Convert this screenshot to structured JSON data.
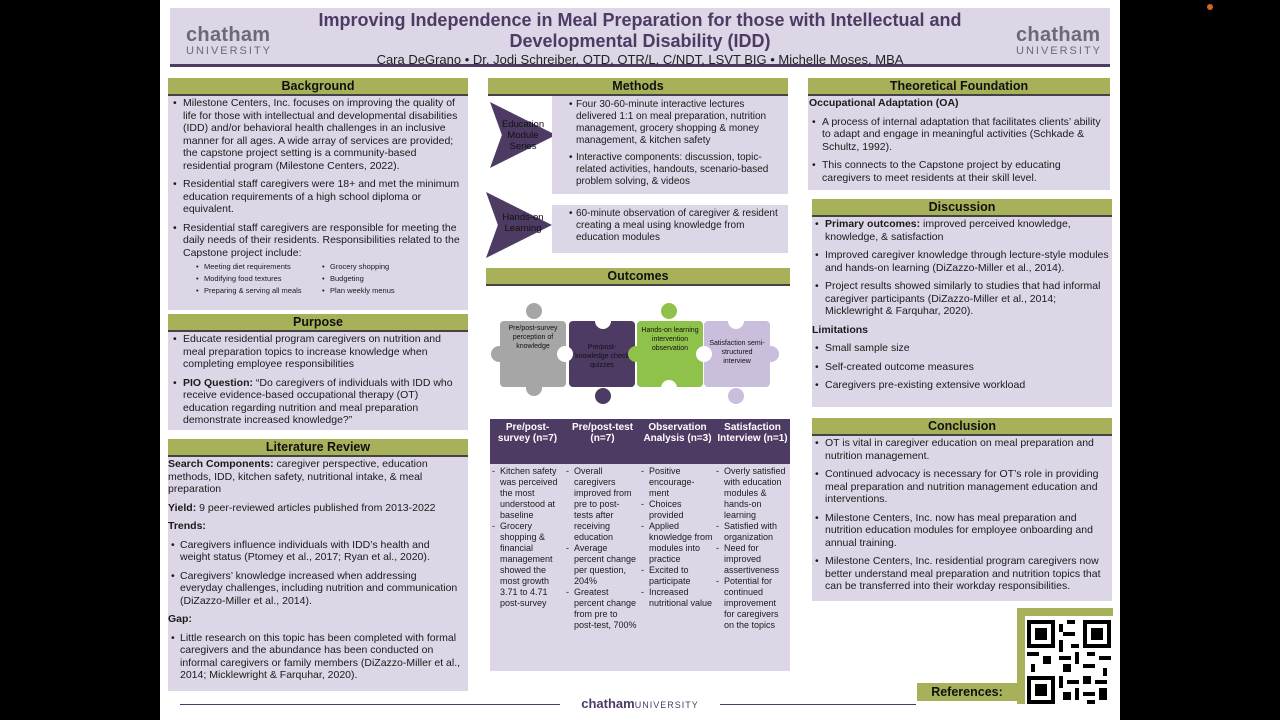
{
  "header": {
    "logo_main": "chatham",
    "logo_sub": "UNIVERSITY",
    "title": "Improving Independence in Meal Preparation for those with Intellectual and Developmental Disability (IDD)",
    "authors": "Cara DeGrano • Dr. Jodi Schreiber, OTD, OTR/L, C/NDT, LSVT BIG • Michelle Moses, MBA"
  },
  "background": {
    "heading": "Background",
    "b1": "Milestone Centers, Inc. focuses on improving the quality of life for those with intellectual and developmental disabilities (IDD) and/or behavioral health challenges in an inclusive manner for all ages. A wide array of services are provided; the capstone project setting is a community-based residential program (Milestone Centers, 2022).",
    "b2": "Residential staff caregivers were 18+ and met the minimum education requirements of a high school diploma or equivalent.",
    "b3": "Residential staff caregivers are responsible for meeting the daily needs of their residents. Responsibilities related to the Capstone project include:",
    "resp_left": [
      "Meeting diet requirements",
      "Modifying food textures",
      "Preparing & serving all meals"
    ],
    "resp_right": [
      "Grocery shopping",
      "Budgeting",
      "Plan weekly menus"
    ]
  },
  "purpose": {
    "heading": "Purpose",
    "b1": "Educate residential program caregivers on nutrition and meal preparation topics to increase knowledge when completing employee responsibilities",
    "pio_label": "PIO Question:",
    "pio_text": " “Do caregivers of individuals with IDD who receive evidence-based occupational therapy (OT) education regarding nutrition and meal preparation demonstrate increased knowledge?”"
  },
  "literature": {
    "heading": "Literature Review",
    "search_label": "Search Components:",
    "search_text": " caregiver perspective, education methods, IDD, kitchen safety, nutritional intake, & meal preparation",
    "yield_label": "Yield:",
    "yield_text": " 9 peer-reviewed articles published from 2013-2022",
    "trends_label": "Trends:",
    "t1": "Caregivers influence individuals with IDD’s health and weight status (Ptomey et al., 2017; Ryan et al., 2020).",
    "t2": "Caregivers’ knowledge increased when addressing everyday challenges, including nutrition and communication (DiZazzo-Miller et al., 2014).",
    "gap_label": "Gap:",
    "g1": "Little research on this topic has been completed with formal caregivers and the abundance has been conducted on informal caregivers or family members (DiZazzo-Miller et al., 2014; Micklewright & Farquhar, 2020)."
  },
  "methods": {
    "heading": "Methods",
    "arrow1": "Education Module Series",
    "arrow2": "Hands-on Learning",
    "m1": "Four 30-60-minute interactive lectures delivered 1:1 on meal preparation, nutrition management, grocery shopping & money management, & kitchen safety",
    "m2": "Interactive components: discussion, topic-related activities, handouts, scenario-based problem solving, & videos",
    "m3": "60-minute observation of caregiver & resident creating a meal using knowledge from education modules"
  },
  "outcomes": {
    "heading": "Outcomes",
    "puzzle": [
      "Pre/post-survey perception of knowledge",
      "Pre/post-knowledge check quizzes",
      "Hands-on learning intervention observation",
      "Satisfaction semi-structured interview"
    ],
    "colors": {
      "gray": "#a6a6a6",
      "plum": "#4d3b63",
      "green": "#8fc24a",
      "lavender": "#c9bfdc"
    },
    "columns": [
      {
        "head": "Pre/post-survey (n=7)",
        "items": [
          "Kitchen safety was perceived the most understood at baseline",
          "Grocery shopping & financial management showed the most growth 3.71 to 4.71 post-survey"
        ]
      },
      {
        "head": "Pre/post-test (n=7)",
        "items": [
          "Overall caregivers improved from pre to post-tests after receiving education",
          "Average percent change per question, 204%",
          "Greatest percent change from pre to post-test, 700%"
        ]
      },
      {
        "head": "Observation Analysis (n=3)",
        "items": [
          "Positive encourage-ment",
          "Choices provided",
          "Applied knowledge from modules into practice",
          "Excited to participate",
          "Increased nutritional value"
        ]
      },
      {
        "head": "Satisfaction Interview (n=1)",
        "items": [
          "Overly satisfied with education modules & hands-on learning",
          "Satisfied with organization",
          "Need for improved assertiveness",
          "Potential for continued improvement for caregivers on the topics"
        ]
      }
    ]
  },
  "theory": {
    "heading": "Theoretical Foundation",
    "model": "Occupational Adaptation (OA)",
    "b1": "A process of internal adaptation that facilitates clients’ ability to adapt and engage in meaningful activities (Schkade & Schultz, 1992).",
    "b2": "This connects to the Capstone project by educating caregivers to meet residents at their skill level."
  },
  "discussion": {
    "heading": "Discussion",
    "primary_label": "Primary outcomes:",
    "primary_text": " improved perceived knowledge, knowledge, & satisfaction",
    "b2": "Improved caregiver knowledge through lecture-style modules and hands-on learning (DiZazzo-Miller et al., 2014).",
    "b3": "Project results showed similarly to studies that had informal caregiver participants (DiZazzo-Miller et al., 2014; Micklewright & Farquhar, 2020).",
    "limitations_label": "Limitations",
    "l1": "Small sample size",
    "l2": "Self-created outcome measures",
    "l3": "Caregivers pre-existing extensive workload"
  },
  "conclusion": {
    "heading": "Conclusion",
    "c1": "OT is vital in caregiver education on meal preparation and nutrition management.",
    "c2": "Continued advocacy is necessary for OT’s role in providing meal preparation and nutrition management education and interventions.",
    "c3": "Milestone Centers, Inc. now has meal preparation and nutrition education modules for employee onboarding and annual training.",
    "c4": "Milestone Centers, Inc. residential program caregivers now better understand meal preparation and nutrition topics that can be transferred into their workday responsibilities."
  },
  "footer": {
    "logo_main": "chatham",
    "logo_sub": "UNIVERSITY",
    "references": "References:"
  }
}
